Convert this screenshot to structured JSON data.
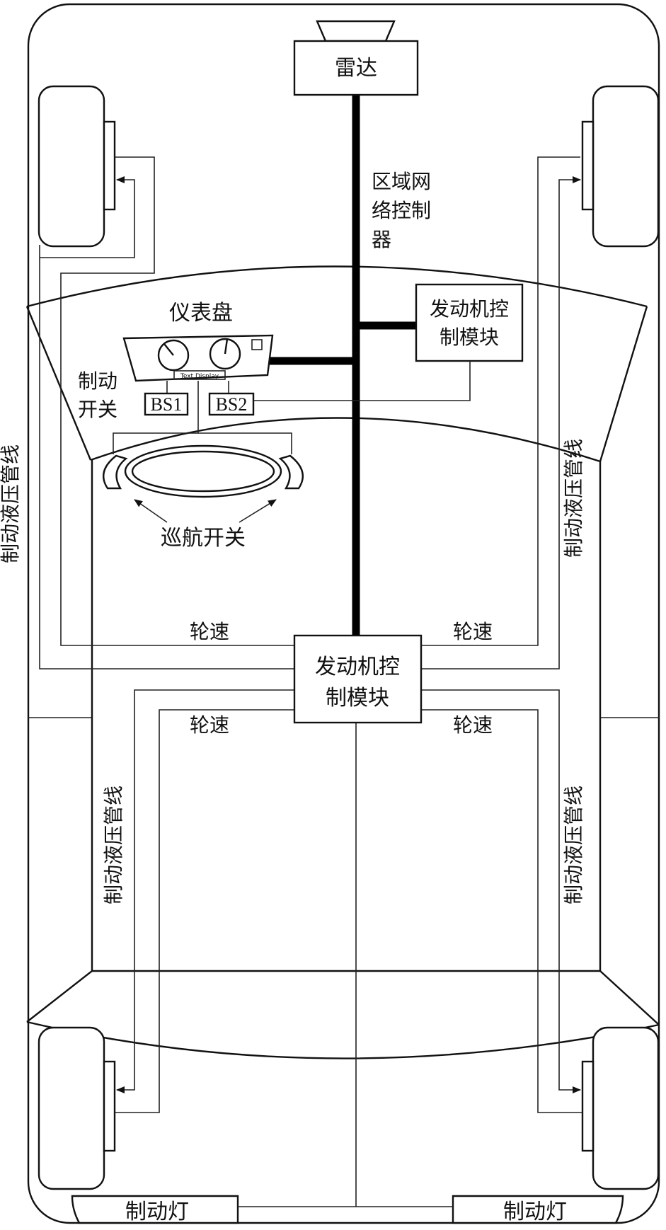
{
  "labels": {
    "radar": "雷达",
    "can_controller": [
      "区域网",
      "络控制",
      "器"
    ],
    "engine_module_top": [
      "发动机控",
      "制模块"
    ],
    "engine_module_center": [
      "发动机控",
      "制模块"
    ],
    "dashboard": "仪表盘",
    "text_display": "Text Display",
    "brake_switch": [
      "制动",
      "开关"
    ],
    "bs1": "BS1",
    "bs2": "BS2",
    "cruise_switch": "巡航开关",
    "wheel_speed_fl": "轮速",
    "wheel_speed_fr": "轮速",
    "wheel_speed_rl": "轮速",
    "wheel_speed_rr": "轮速",
    "brake_line_outer_left": "制动液压管线",
    "brake_line_front_right": "制动液压管线",
    "brake_line_rear_left": "制动液压管线",
    "brake_line_rear_right": "制动液压管线",
    "brake_light_left": "制动灯",
    "brake_light_right": "制动灯"
  }
}
